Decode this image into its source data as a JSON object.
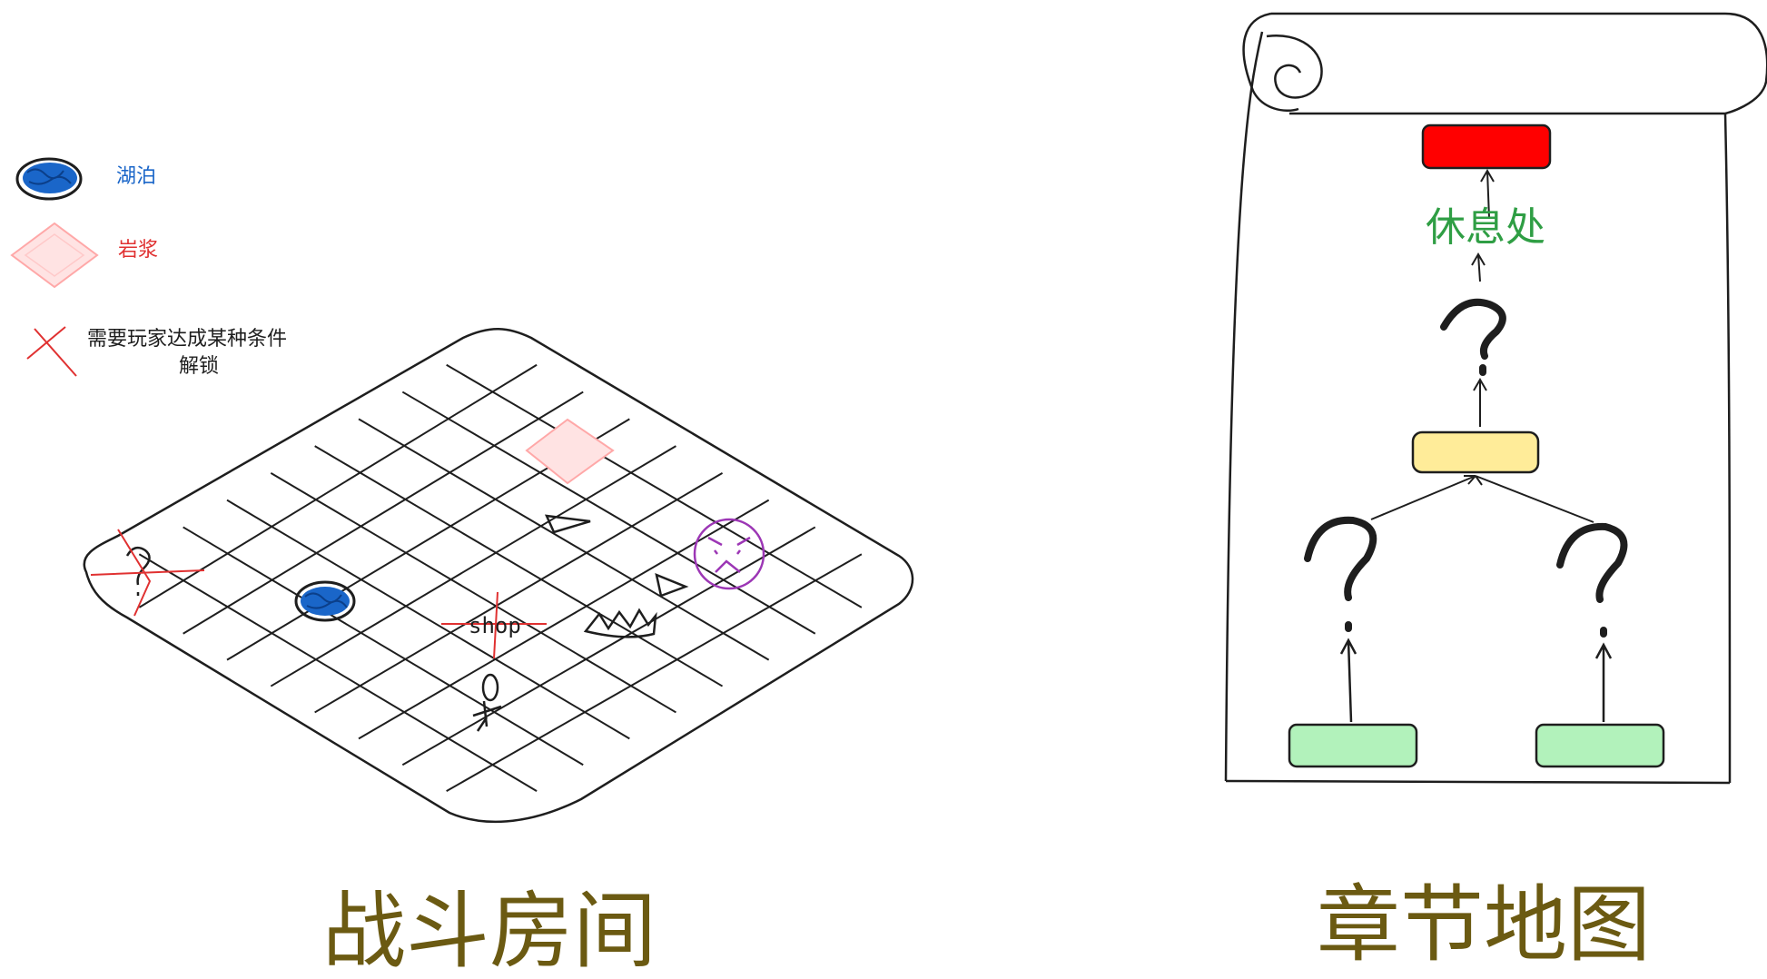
{
  "legend": {
    "lake_label": "湖泊",
    "lava_label": "岩浆",
    "locked_label_line1": "需要玩家达成某种条件",
    "locked_label_line2": "解锁",
    "colors": {
      "lake": "#1a66c9",
      "lava": "#e03131",
      "locked": "#e03131"
    }
  },
  "battle_room": {
    "title": "战斗房间",
    "shop_label": "shop",
    "icons": [
      "question-icon",
      "lake-icon",
      "lava-icon",
      "angry-face-icon",
      "spike-icon",
      "shop-icon",
      "pickaxe-icon",
      "arrow-icon"
    ]
  },
  "chapter_map": {
    "title": "章节地图",
    "rest_label": "休息处",
    "node_colors": {
      "goal": "#ff0000",
      "mid": "#ffec99",
      "start": "#b2f2bb"
    },
    "rest_color": "#2f9e44"
  }
}
